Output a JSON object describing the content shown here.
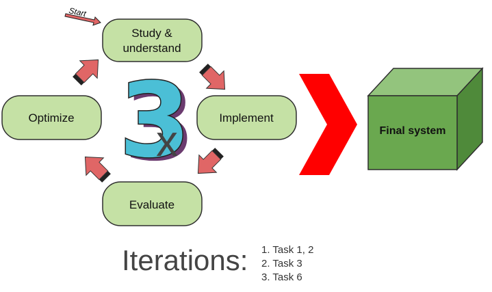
{
  "start_label": "Start",
  "nodes": {
    "study": [
      "Study &",
      "understand"
    ],
    "implement": "Implement",
    "evaluate": "Evaluate",
    "optimize": "Optimize"
  },
  "cycle": {
    "count": "3",
    "multiplier": "x"
  },
  "final_system": "Final system",
  "iterations": {
    "title": "Iterations:",
    "items": [
      "1. Task 1, 2",
      "2. Task 3",
      "3. Task 6"
    ]
  },
  "colors": {
    "node_fill": "#c5e1a5",
    "node_stroke": "#2e2e2e",
    "arrow_fill": "#e06666",
    "arrow_tail": "#222222",
    "chevron": "#ff0000",
    "cube_front": "#6aa84f",
    "cube_top": "#93c47d",
    "cube_side": "#4f8a3a",
    "three_fill": "#4bbfd6"
  }
}
